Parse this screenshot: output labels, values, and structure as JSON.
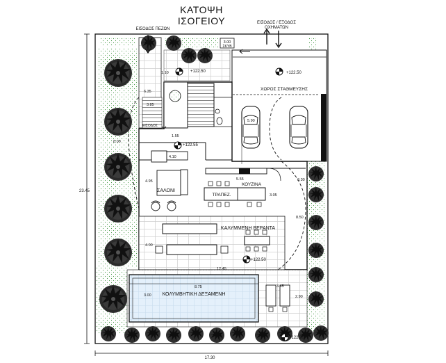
{
  "title": {
    "line1": "ΚΑΤΟΨΗ",
    "line2": "ΙΣΟΓΕΙΟΥ"
  },
  "entrances": {
    "pedestrian": "ΕΙΣΟΔΟΣ ΠΕΖΩΝ",
    "vehicles_line1": "ΕΙΣΟΔΟΣ / ΕΞΟΔΟΣ",
    "vehicles_line2": "ΟΧΗΜΑΤΩΝ",
    "entrance": "ΕΙΣΟΔΟΣ"
  },
  "rooms": {
    "parking": "ΧΩΡΟΣ ΣΤΑΘΜΕΥΣΗΣ",
    "living": "ΣΑΛΟΝΙ",
    "kitchen": "ΚΟΥΖΙΝΑ",
    "dining": "ΤΡΑΠΕΖ.",
    "veranda": "ΚΑΛΥΜΜΕΝΗ ΒΕΡΑΝΤΑ",
    "pool": "ΚΟΛΥΜΒΗΤΙΚΗ ΔΕΞΑΜΕΝΗ"
  },
  "labels": {
    "tank": "3.00",
    "tank2": "ΣΚΥΒ"
  },
  "levels": {
    "l1": "+122.50",
    "l2": "+122.50",
    "l3": "+122.55",
    "l4": "+122.50",
    "l5": "+122.50"
  },
  "dimensions": {
    "d_110": "1.10",
    "d_635": "6.35",
    "d_385": "3.85",
    "d_155": "1.55",
    "d_800": "8.00",
    "d_590": "5.90",
    "d_410": "4.10",
    "d_495": "4.95",
    "d_555": "5.55",
    "d_330": "3.30",
    "d_305": "3.05",
    "d_850": "8.50",
    "d_400": "4.00",
    "d_1245": "12.45",
    "d_875": "8.75",
    "d_300b": "3.00",
    "d_345": "3.45",
    "d_290": "2.90",
    "d_2345": "23.45",
    "d_1730": "17.30"
  }
}
